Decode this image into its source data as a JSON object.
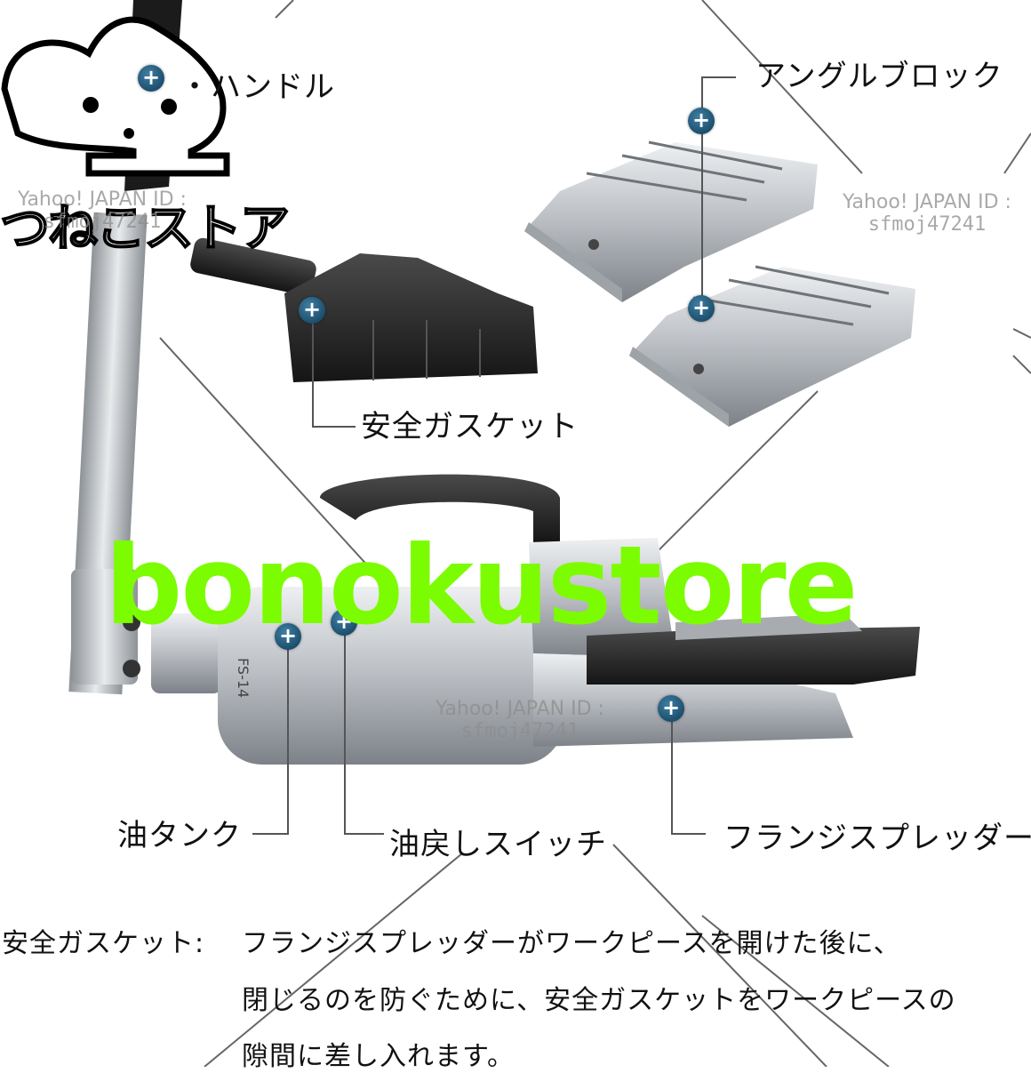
{
  "store_logo": {
    "text": "つねこストア"
  },
  "labels": {
    "handle": "・ハンドル",
    "angle_block": "アングルブロック",
    "safety_gasket": "安全ガスケット",
    "oil_tank": "油タンク",
    "release_switch": "油戻しスイッチ",
    "flange_spreader": "フランジスプレッダー"
  },
  "watermarks": [
    {
      "line1": "Yahoo! JAPAN ID :",
      "line2": "sfmoj47241"
    },
    {
      "line1": "Yahoo! JAPAN ID :",
      "line2": "sfmoj47241"
    },
    {
      "line1": "Yahoo! JAPAN ID :",
      "line2": "sfmoj47241"
    }
  ],
  "overlay_brand": "bonokustore",
  "model_marking": "FS-14",
  "description": {
    "term": "安全ガスケット:",
    "line1": "フランジスプレッダーがワークピースを開けた後に、",
    "line2": "閉じるのを防ぐために、安全ガスケットをワークピースの",
    "line3": "隙間に差し入れます。"
  },
  "marker_symbol": "+",
  "colors": {
    "marker": "#1d4f6d",
    "overlay_brand": "#7CFC00",
    "metal": "#c9ccd0",
    "dark_metal": "#2b2b2b"
  }
}
